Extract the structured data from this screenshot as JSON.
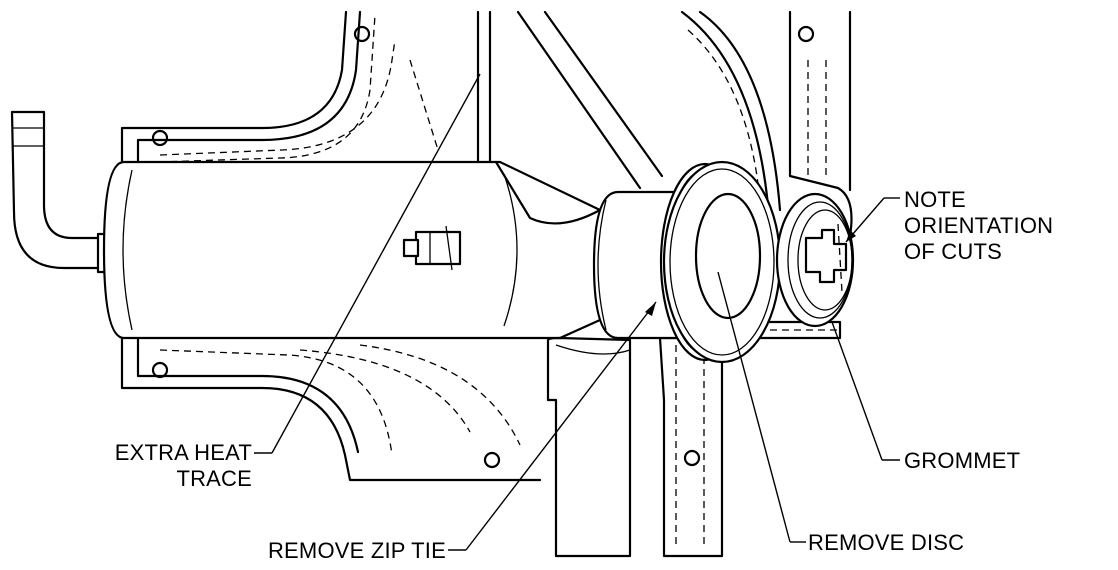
{
  "callouts": {
    "note_line1": "NOTE",
    "note_line2": "ORIENTATION",
    "note_line3": "OF CUTS",
    "extra_line1": "EXTRA HEAT",
    "extra_line2": "TRACE",
    "grommet": "GROMMET",
    "remove_zip_tie": "REMOVE ZIP TIE",
    "remove_disc": "REMOVE DISC"
  }
}
